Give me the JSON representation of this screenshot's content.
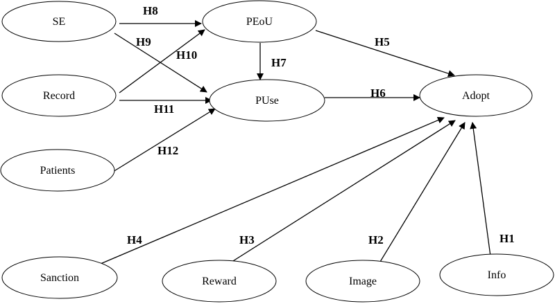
{
  "nodes": {
    "se": "SE",
    "peou": "PEoU",
    "record": "Record",
    "puse": "PUse",
    "adopt": "Adopt",
    "patients": "Patients",
    "sanction": "Sanction",
    "reward": "Reward",
    "image": "Image",
    "info": "Info"
  },
  "edges": {
    "h1": "H1",
    "h2": "H2",
    "h3": "H3",
    "h4": "H4",
    "h5": "H5",
    "h6": "H6",
    "h7": "H7",
    "h8": "H8",
    "h9": "H9",
    "h10": "H10",
    "h11": "H11",
    "h12": "H12"
  }
}
